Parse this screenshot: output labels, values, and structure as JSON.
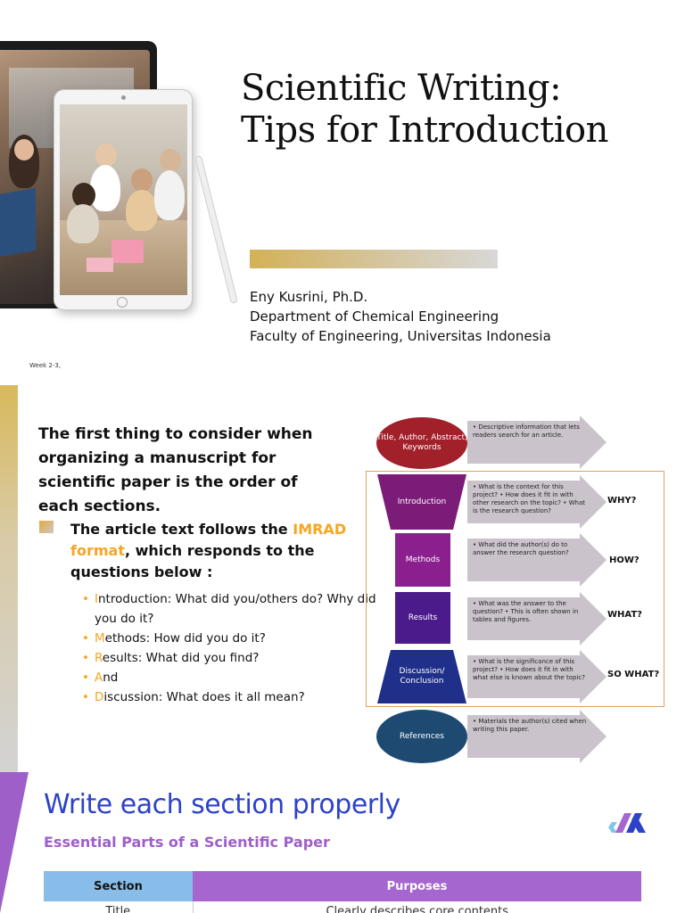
{
  "slide1": {
    "title_line1": "Scientific Writing:",
    "title_line2": "Tips for Introduction",
    "author": "Eny Kusrini, Ph.D.",
    "department": "Department of Chemical Engineering",
    "faculty": "Faculty of Engineering, Universitas Indonesia",
    "week": "Week 2-3,"
  },
  "slide2": {
    "intro": "The first thing to consider when organizing a manuscript for scientific paper is the order of each sections.",
    "imrad_pre": "The article text follows the ",
    "imrad_hl": "IMRAD format",
    "imrad_post": ", which responds to the questions below :",
    "questions": [
      {
        "letter": "I",
        "rest": "ntroduction: What did you/others do? Why did you do it?"
      },
      {
        "letter": "M",
        "rest": "ethods: How did you do it?"
      },
      {
        "letter": "R",
        "rest": "esults: What did you find?"
      },
      {
        "letter": "A",
        "rest": "nd"
      },
      {
        "letter": "D",
        "rest": "iscussion: What does it all mean?"
      }
    ],
    "diagram": {
      "title_shape": "Title, Author, Abstract, Keywords",
      "title_desc": "• Descriptive information that lets readers search for an article.",
      "intro_shape": "Introduction",
      "intro_desc": "• What is the context for this project? • How does it fit in with other research on the topic? • What is the research question?",
      "intro_q": "WHY?",
      "methods_shape": "Methods",
      "methods_desc": "• What did the author(s) do to answer the research question?",
      "methods_q": "HOW?",
      "results_shape": "Results",
      "results_desc": "• What was the answer to the question? • This is often shown in tables and figures.",
      "results_q": "WHAT?",
      "discussion_shape": "Discussion/ Conclusion",
      "discussion_desc": "• What is the significance of this project? • How does it fit in with what else is known about the topic?",
      "discussion_q": "SO WHAT?",
      "references_shape": "References",
      "references_desc": "• Materials the author(s) cited when writing this paper."
    },
    "colors": {
      "accent": "#f5a623",
      "maroon": "#a1202a",
      "purple": "#8b1f8e",
      "navy": "#1f2f8a",
      "teal": "#1e4a72"
    }
  },
  "slide3": {
    "title": "Write each section properly",
    "subtitle": "Essential Parts of a Scientific Paper",
    "table_headers": [
      "Section",
      "Purposes"
    ],
    "first_row": [
      "Title",
      "Clearly describes core contents"
    ],
    "colors": {
      "title": "#2d42c8",
      "purple": "#9e5fc9",
      "header_blue": "#87bde8"
    }
  }
}
